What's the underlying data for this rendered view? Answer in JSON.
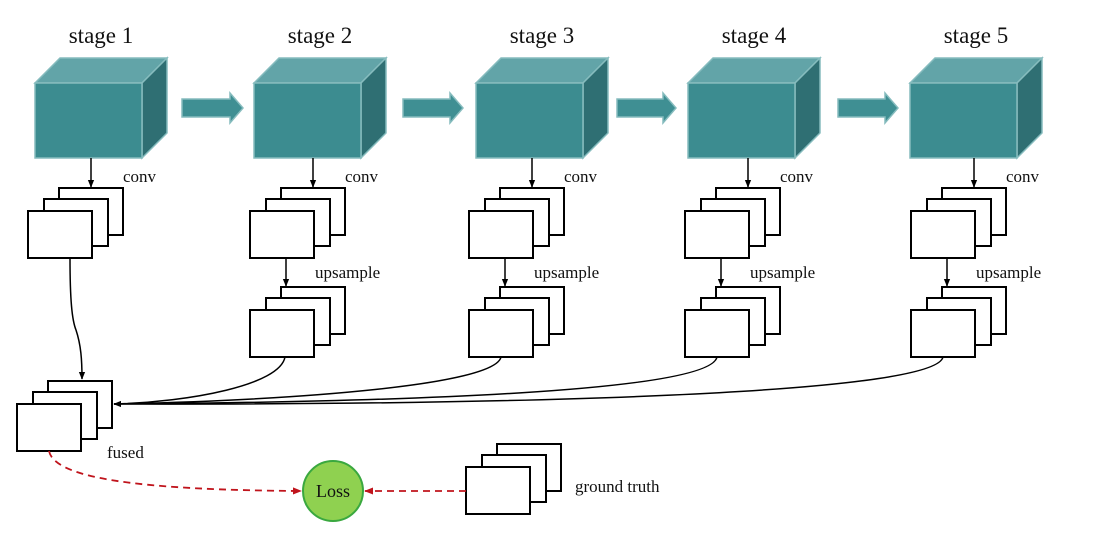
{
  "stages": [
    {
      "id": 1,
      "label": "stage 1",
      "conv_label": "conv",
      "upsample_label": null
    },
    {
      "id": 2,
      "label": "stage 2",
      "conv_label": "conv",
      "upsample_label": "upsample"
    },
    {
      "id": 3,
      "label": "stage 3",
      "conv_label": "conv",
      "upsample_label": "upsample"
    },
    {
      "id": 4,
      "label": "stage 4",
      "conv_label": "conv",
      "upsample_label": "upsample"
    },
    {
      "id": 5,
      "label": "stage 5",
      "conv_label": "conv",
      "upsample_label": "upsample"
    }
  ],
  "fused": {
    "label": "fused"
  },
  "loss": {
    "label": "Loss"
  },
  "ground_truth": {
    "label": "ground truth"
  },
  "colors": {
    "cube_front": "#3c8c90",
    "cube_top": "#62a4a8",
    "cube_side": "#2f6f73",
    "cube_outline": "#86bcbe",
    "arrow_fill": "#3f8f93",
    "loss_fill": "#8fd150",
    "loss_stroke": "#3aa83f",
    "dashed": "#c0141c",
    "line": "#000000"
  }
}
